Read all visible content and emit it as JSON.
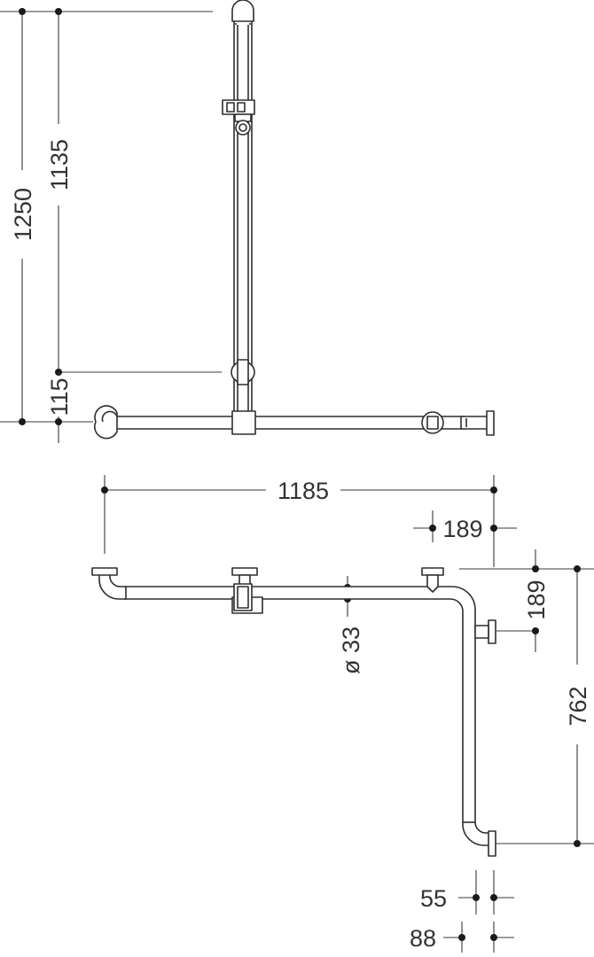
{
  "elevation_view": {
    "dimensions": {
      "overall_height": "1250",
      "rail_height": "1135",
      "bar_offset": "115"
    }
  },
  "plan_view": {
    "dimensions": {
      "overall_length": "1185",
      "flange_offset_x": "189",
      "flange_offset_y": "189",
      "side_length": "762",
      "tube_diameter": "ø 33",
      "wall_distance_1": "55",
      "wall_distance_2": "88"
    }
  }
}
